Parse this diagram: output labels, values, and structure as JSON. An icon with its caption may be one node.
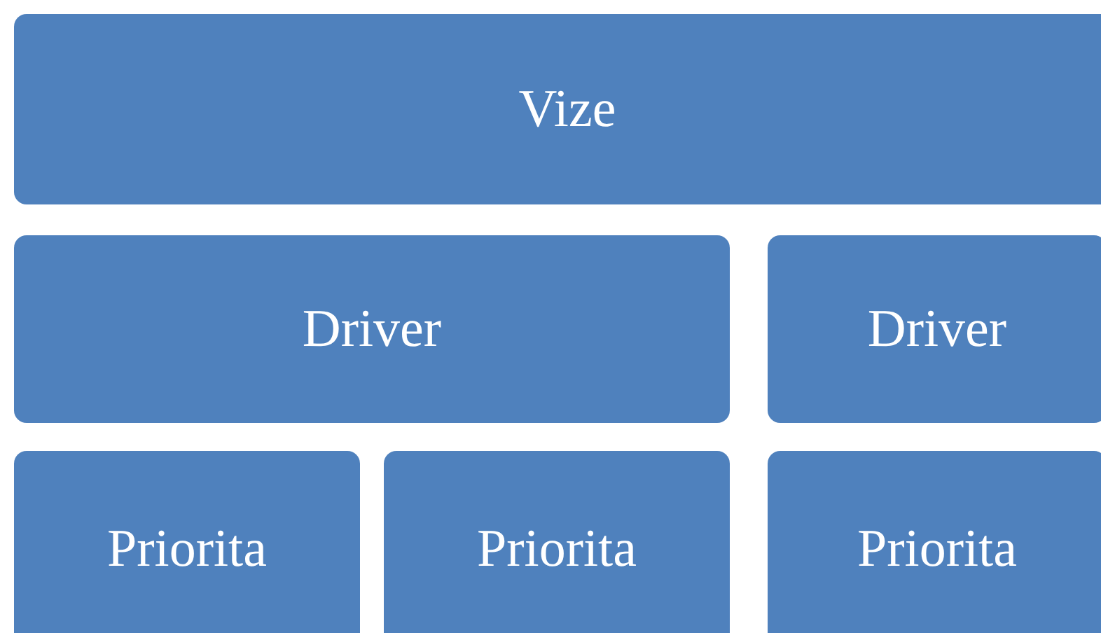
{
  "diagram": {
    "nodes": [
      {
        "text": [
          "Vize"
        ]
      },
      {
        "text": [
          "Driver"
        ]
      },
      {
        "text": [
          "Driver"
        ]
      },
      {
        "text": [
          "Priorita"
        ]
      },
      {
        "text": [
          "Priorita"
        ]
      },
      {
        "text": [
          "Priorita"
        ]
      }
    ]
  }
}
